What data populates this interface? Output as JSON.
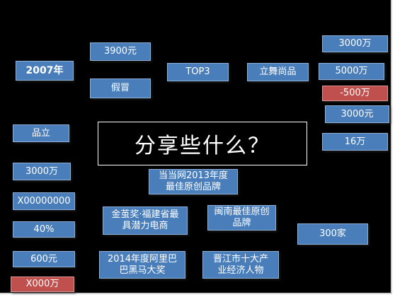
{
  "title": "分享些什么？",
  "colors": {
    "background": "#000000",
    "box": "#4a7ebb",
    "box_red": "#c0504d",
    "text": "#ffffff"
  },
  "boxes": {
    "year_2007": "2007年",
    "price_3900": "3900元",
    "fake": "假冒",
    "top3": "TOP3",
    "lisiwu": "立舞尚品",
    "right_3000wan": "3000万",
    "right_5000wan": "5000万",
    "right_neg500wan": "-500万",
    "right_3000yuan": "3000元",
    "right_16wan": "16万",
    "pinli": "品立",
    "left_3000wan": "3000万",
    "x00000000": "X00000000",
    "percent_40": "40%",
    "left_600yuan": "600元",
    "x000wan": "X000万",
    "dangdang": "当当网2013年度最佳原创品牌",
    "jinjiang": "金茧奖·福建省最具潜力电商",
    "minnan": "闽南最佳原创品牌",
    "households_300": "300家",
    "alibaba": "2014年度阿里巴巴黑马大奖",
    "jinjiang_top10": "晋江市十大产业经济人物"
  }
}
